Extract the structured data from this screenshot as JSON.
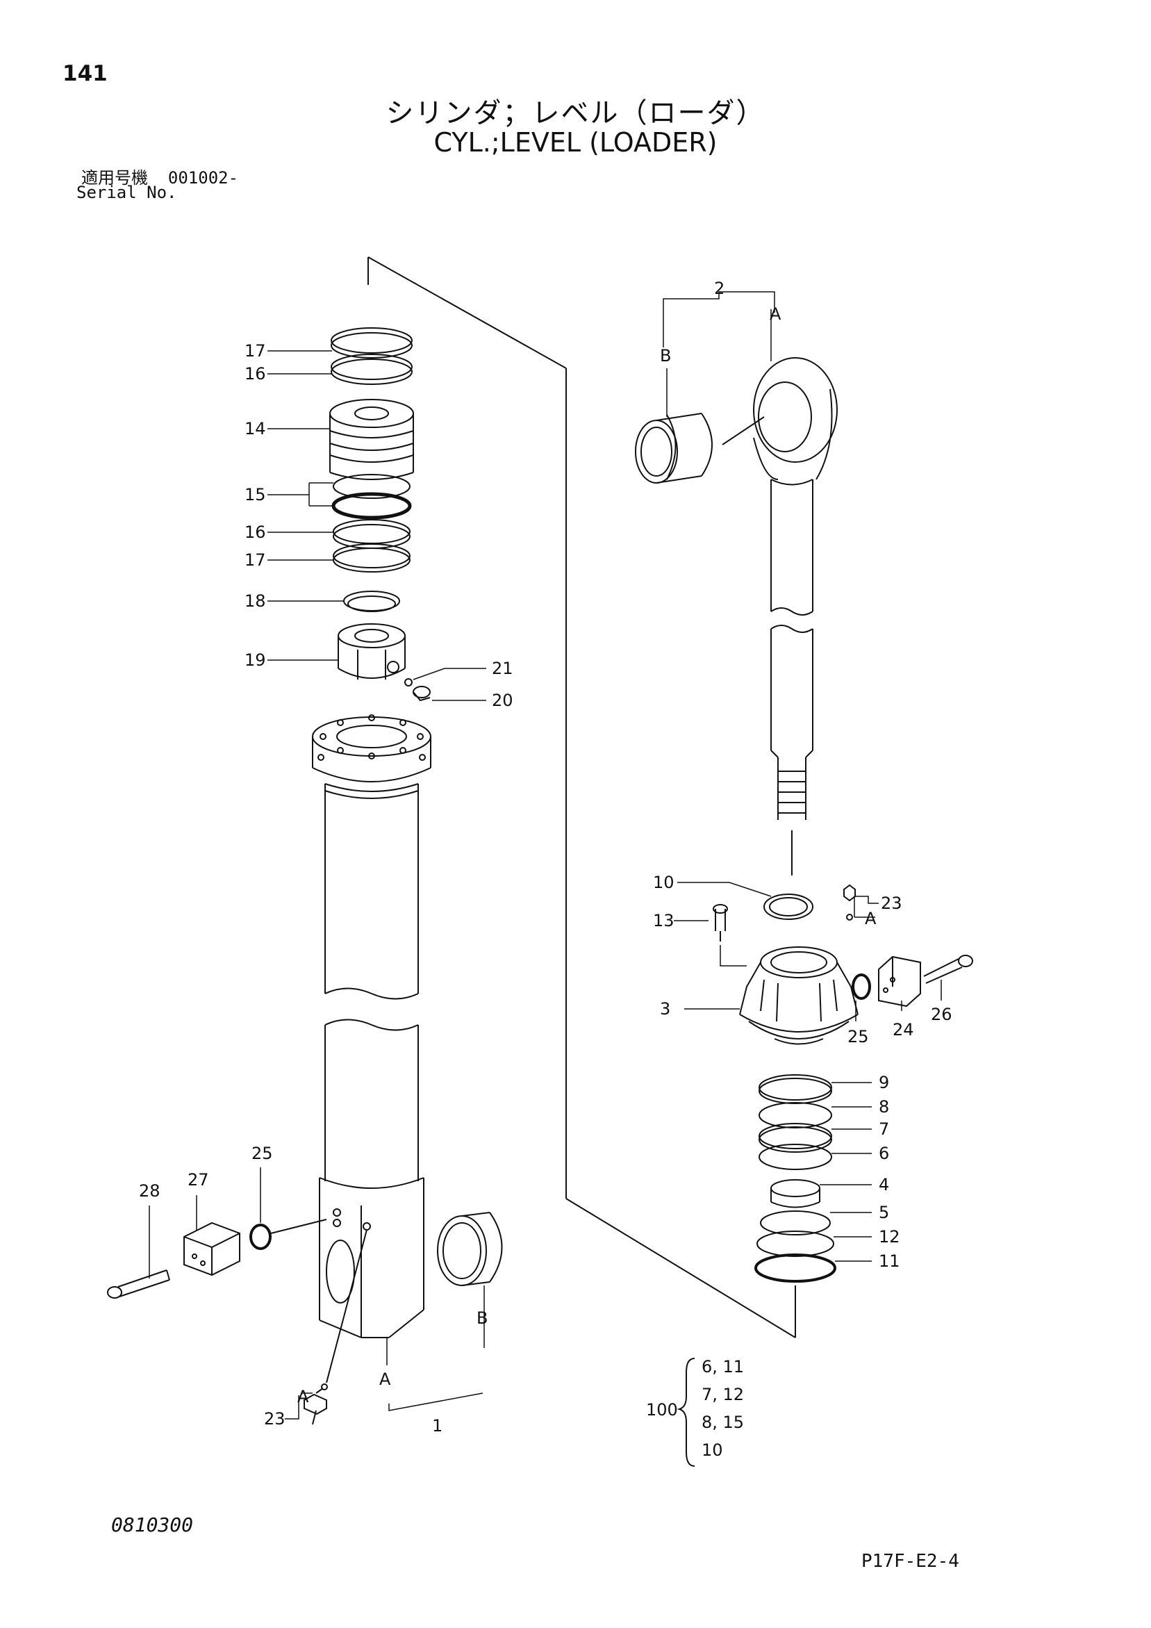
{
  "header": {
    "page_number": "141",
    "title_ja": "シリンダ；レベル（ローダ）",
    "title_en": "CYL.;LEVEL (LOADER)",
    "serial_label_ja": "適用号機",
    "serial_value": "001002-",
    "serial_label_en": "Serial No."
  },
  "callouts": {
    "c1": "1",
    "c2": "2",
    "c3": "3",
    "c4": "4",
    "c5": "5",
    "c6": "6",
    "c7": "7",
    "c8": "8",
    "c9": "9",
    "c10": "10",
    "c11": "11",
    "c12": "12",
    "c13": "13",
    "c14": "14",
    "c15": "15",
    "c16a": "16",
    "c16b": "16",
    "c17a": "17",
    "c17b": "17",
    "c18": "18",
    "c19": "19",
    "c20": "20",
    "c21": "21",
    "c23a": "23",
    "c23b": "23",
    "c24": "24",
    "c25a": "25",
    "c25b": "25",
    "c26": "26",
    "c27": "27",
    "c28": "28",
    "ref_a1": "A",
    "ref_a2": "A",
    "ref_a3": "A",
    "ref_a4": "A",
    "ref_b1": "B",
    "ref_b2": "B"
  },
  "kit": {
    "number": "100",
    "rows": [
      "6, 11",
      "7, 12",
      "8, 15",
      "10"
    ]
  },
  "footer": {
    "doc_code": "0810300",
    "plate_code": "P17F-E2-4"
  }
}
